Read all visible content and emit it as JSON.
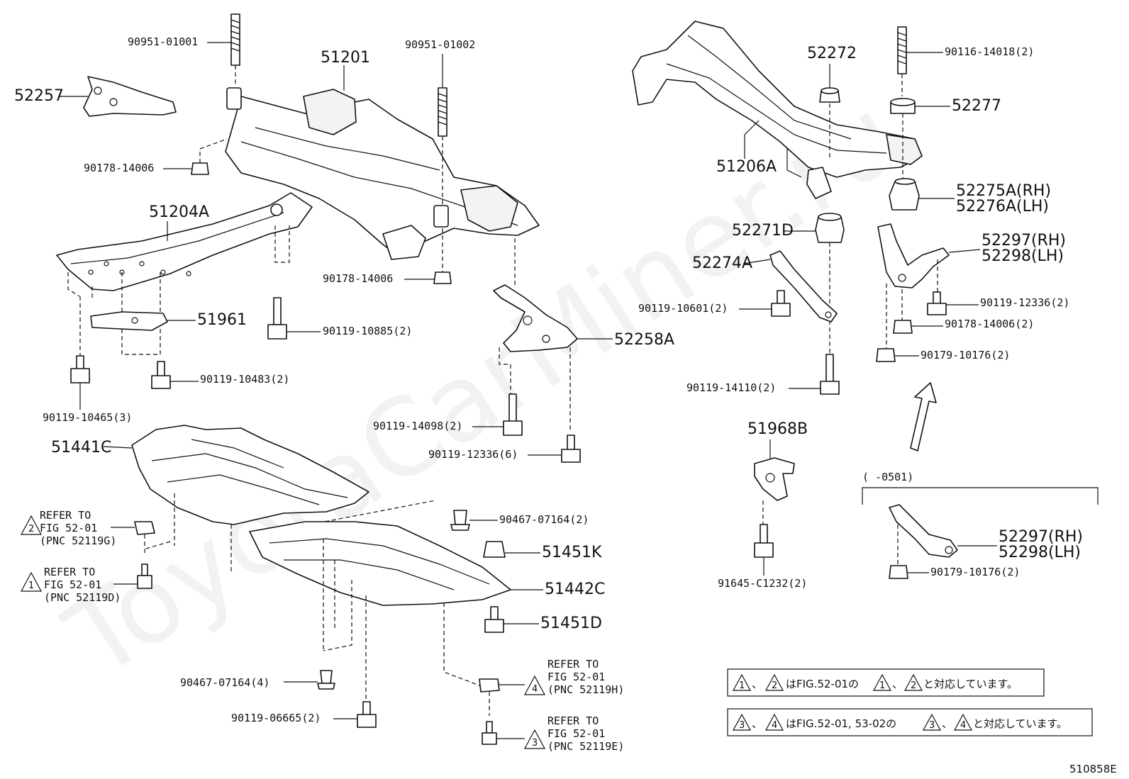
{
  "watermark": "ToyotaCarMiner.ru",
  "diagram_code": "510858E",
  "labels": {
    "p90951_01001": "90951-01001",
    "p52257": "52257",
    "p51201": "51201",
    "p90951_01002": "90951-01002",
    "p90178_14006_a": "90178-14006",
    "p51204A": "51204A",
    "p90178_14006_b": "90178-14006",
    "p51961": "51961",
    "p90119_10885": "90119-10885(2)",
    "p90119_10483": "90119-10483(2)",
    "p90119_10465": "90119-10465(3)",
    "p52258A": "52258A",
    "p90119_14098": "90119-14098(2)",
    "p90119_12336_6": "90119-12336(6)",
    "p51441C": "51441C",
    "p90467_07164_2": "90467-07164(2)",
    "p51451K": "51451K",
    "p51442C": "51442C",
    "p51451D": "51451D",
    "p90467_07164_4": "90467-07164(4)",
    "p90119_06665": "90119-06665(2)",
    "p52272": "52272",
    "p90116_14018": "90116-14018(2)",
    "p52277": "52277",
    "p51206A": "51206A",
    "p52275A": "52275A(RH)",
    "p52276A": "52276A(LH)",
    "p52271D": "52271D",
    "p52297_a": "52297(RH)",
    "p52298_a": "52298(LH)",
    "p52274A": "52274A",
    "p90119_12336_2": "90119-12336(2)",
    "p90119_10601": "90119-10601(2)",
    "p90178_14006_c": "90178-14006(2)",
    "p90179_10176_a": "90179-10176(2)",
    "p90119_14110": "90119-14110(2)",
    "p51968B": "51968B",
    "p91645_C1232": "91645-C1232(2)",
    "date_range": "(       -0501)",
    "p52297_b": "52297(RH)",
    "p52298_b": "52298(LH)",
    "p90179_10176_b": "90179-10176(2)"
  },
  "refers": [
    {
      "num": "2",
      "line1": "REFER TO",
      "line2": "FIG 52-01",
      "line3": "(PNC 52119G)"
    },
    {
      "num": "1",
      "line1": "REFER TO",
      "line2": "FIG 52-01",
      "line3": "(PNC 52119D)"
    },
    {
      "num": "4",
      "line1": "REFER TO",
      "line2": "FIG 52-01",
      "line3": "(PNC 52119H)"
    },
    {
      "num": "3",
      "line1": "REFER TO",
      "line2": "FIG 52-01",
      "line3": "(PNC 52119E)"
    }
  ],
  "notes": {
    "note1": {
      "sym_a": "1",
      "sep1": "、",
      "sym_b": "2",
      "text1": "はFIG.52-01の",
      "sym_c": "1",
      "sep2": "、",
      "sym_d": "2",
      "text2": "と対応しています。"
    },
    "note2": {
      "sym_a": "3",
      "sep1": "、",
      "sym_b": "4",
      "text1": "はFIG.52-01, 53-02の",
      "sym_c": "3",
      "sep2": "、",
      "sym_d": "4",
      "text2": "と対応しています。"
    }
  },
  "colors": {
    "line": "#111111",
    "background": "#ffffff"
  }
}
